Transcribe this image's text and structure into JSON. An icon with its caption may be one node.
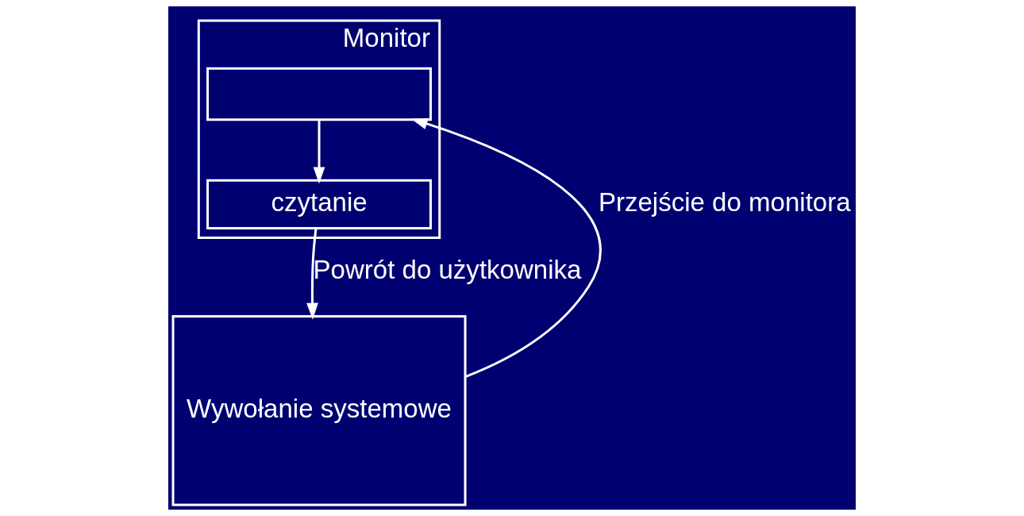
{
  "diagram": {
    "nodes": [
      {
        "text": [
          "Monitor"
        ]
      },
      {
        "text": [],
        "shape": "box",
        "in": 0
      },
      {
        "text": [
          "czytanie"
        ],
        "in": 0
      },
      {
        "text": [
          "Wywołanie systemowe"
        ]
      }
    ],
    "edges": [
      {
        "from": 3,
        "to": 1,
        "arrow": "to",
        "label": "Przejście do monitora"
      },
      {
        "from": 1,
        "to": 2,
        "arrow": "to"
      },
      {
        "from": 2,
        "to": 3,
        "arrow": "to",
        "label": "Powrót do użytkownika"
      }
    ]
  }
}
